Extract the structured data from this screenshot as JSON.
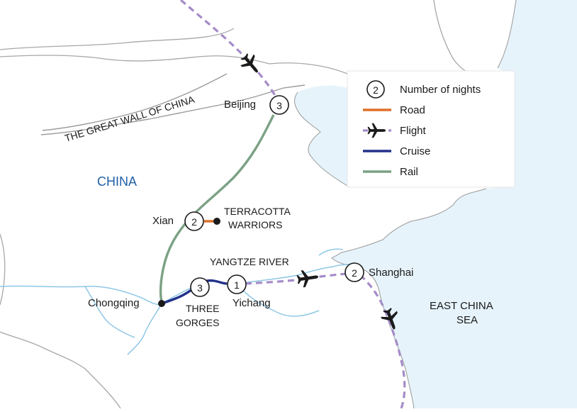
{
  "colors": {
    "road": "#e0702a",
    "flight": "#a58cc8",
    "cruise": "#23318a",
    "rail": "#7ba184",
    "river": "#8ec7e5",
    "sea": "#e6f3fb",
    "border": "#a7a7a7",
    "region_label": "#1f5fa5"
  },
  "legend": {
    "nights_sample": "2",
    "nights_label": "Number of nights",
    "road_label": "Road",
    "flight_label": "Flight",
    "cruise_label": "Cruise",
    "rail_label": "Rail"
  },
  "labels": {
    "great_wall": "THE GREAT WALL OF CHINA",
    "country": "CHINA",
    "sea_line1": "EAST CHINA",
    "sea_line2": "SEA",
    "river": "YANGTZE RIVER",
    "terracotta_line1": "TERRACOTTA",
    "terracotta_line2": "WARRIORS",
    "three_gorges_line1": "THREE",
    "three_gorges_line2": "GORGES"
  },
  "stops": {
    "beijing": {
      "name": "Beijing",
      "nights": "3"
    },
    "xian": {
      "name": "Xian",
      "nights": "2"
    },
    "chongqing": {
      "name": "Chongqing"
    },
    "three_gorges": {
      "nights": "3"
    },
    "yichang": {
      "name": "Yichang",
      "nights": "1"
    },
    "shanghai": {
      "name": "Shanghai",
      "nights": "2"
    }
  },
  "route_modes": {
    "beijing_to_xian": "rail",
    "xian_to_terracotta_warriors": "road",
    "xian_to_chongqing": "rail",
    "chongqing_to_yichang": "cruise",
    "yichang_to_shanghai": "flight",
    "into_beijing": "flight",
    "out_of_shanghai": "flight"
  }
}
